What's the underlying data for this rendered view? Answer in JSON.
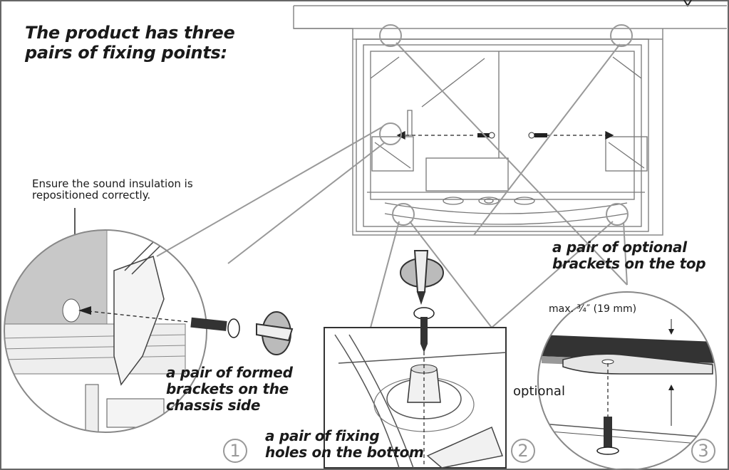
{
  "title": {
    "line1": "The product has three",
    "line2": "pairs of fixing points:"
  },
  "note": {
    "line1": "Ensure the sound insulation is",
    "line2": "repositioned correctly."
  },
  "detail_1": {
    "label_line1": "a pair of formed",
    "label_line2": "brackets on the",
    "label_line3": "chassis side",
    "number": "1"
  },
  "detail_2": {
    "label_line1": "a pair of fixing",
    "label_line2": "holes on the bottom",
    "number": "2"
  },
  "detail_3": {
    "label_line1": "a pair of optional",
    "label_line2": "brackets on the top",
    "dimension": "max. ¾″ (19 mm)",
    "optional": "optional",
    "number": "3"
  }
}
